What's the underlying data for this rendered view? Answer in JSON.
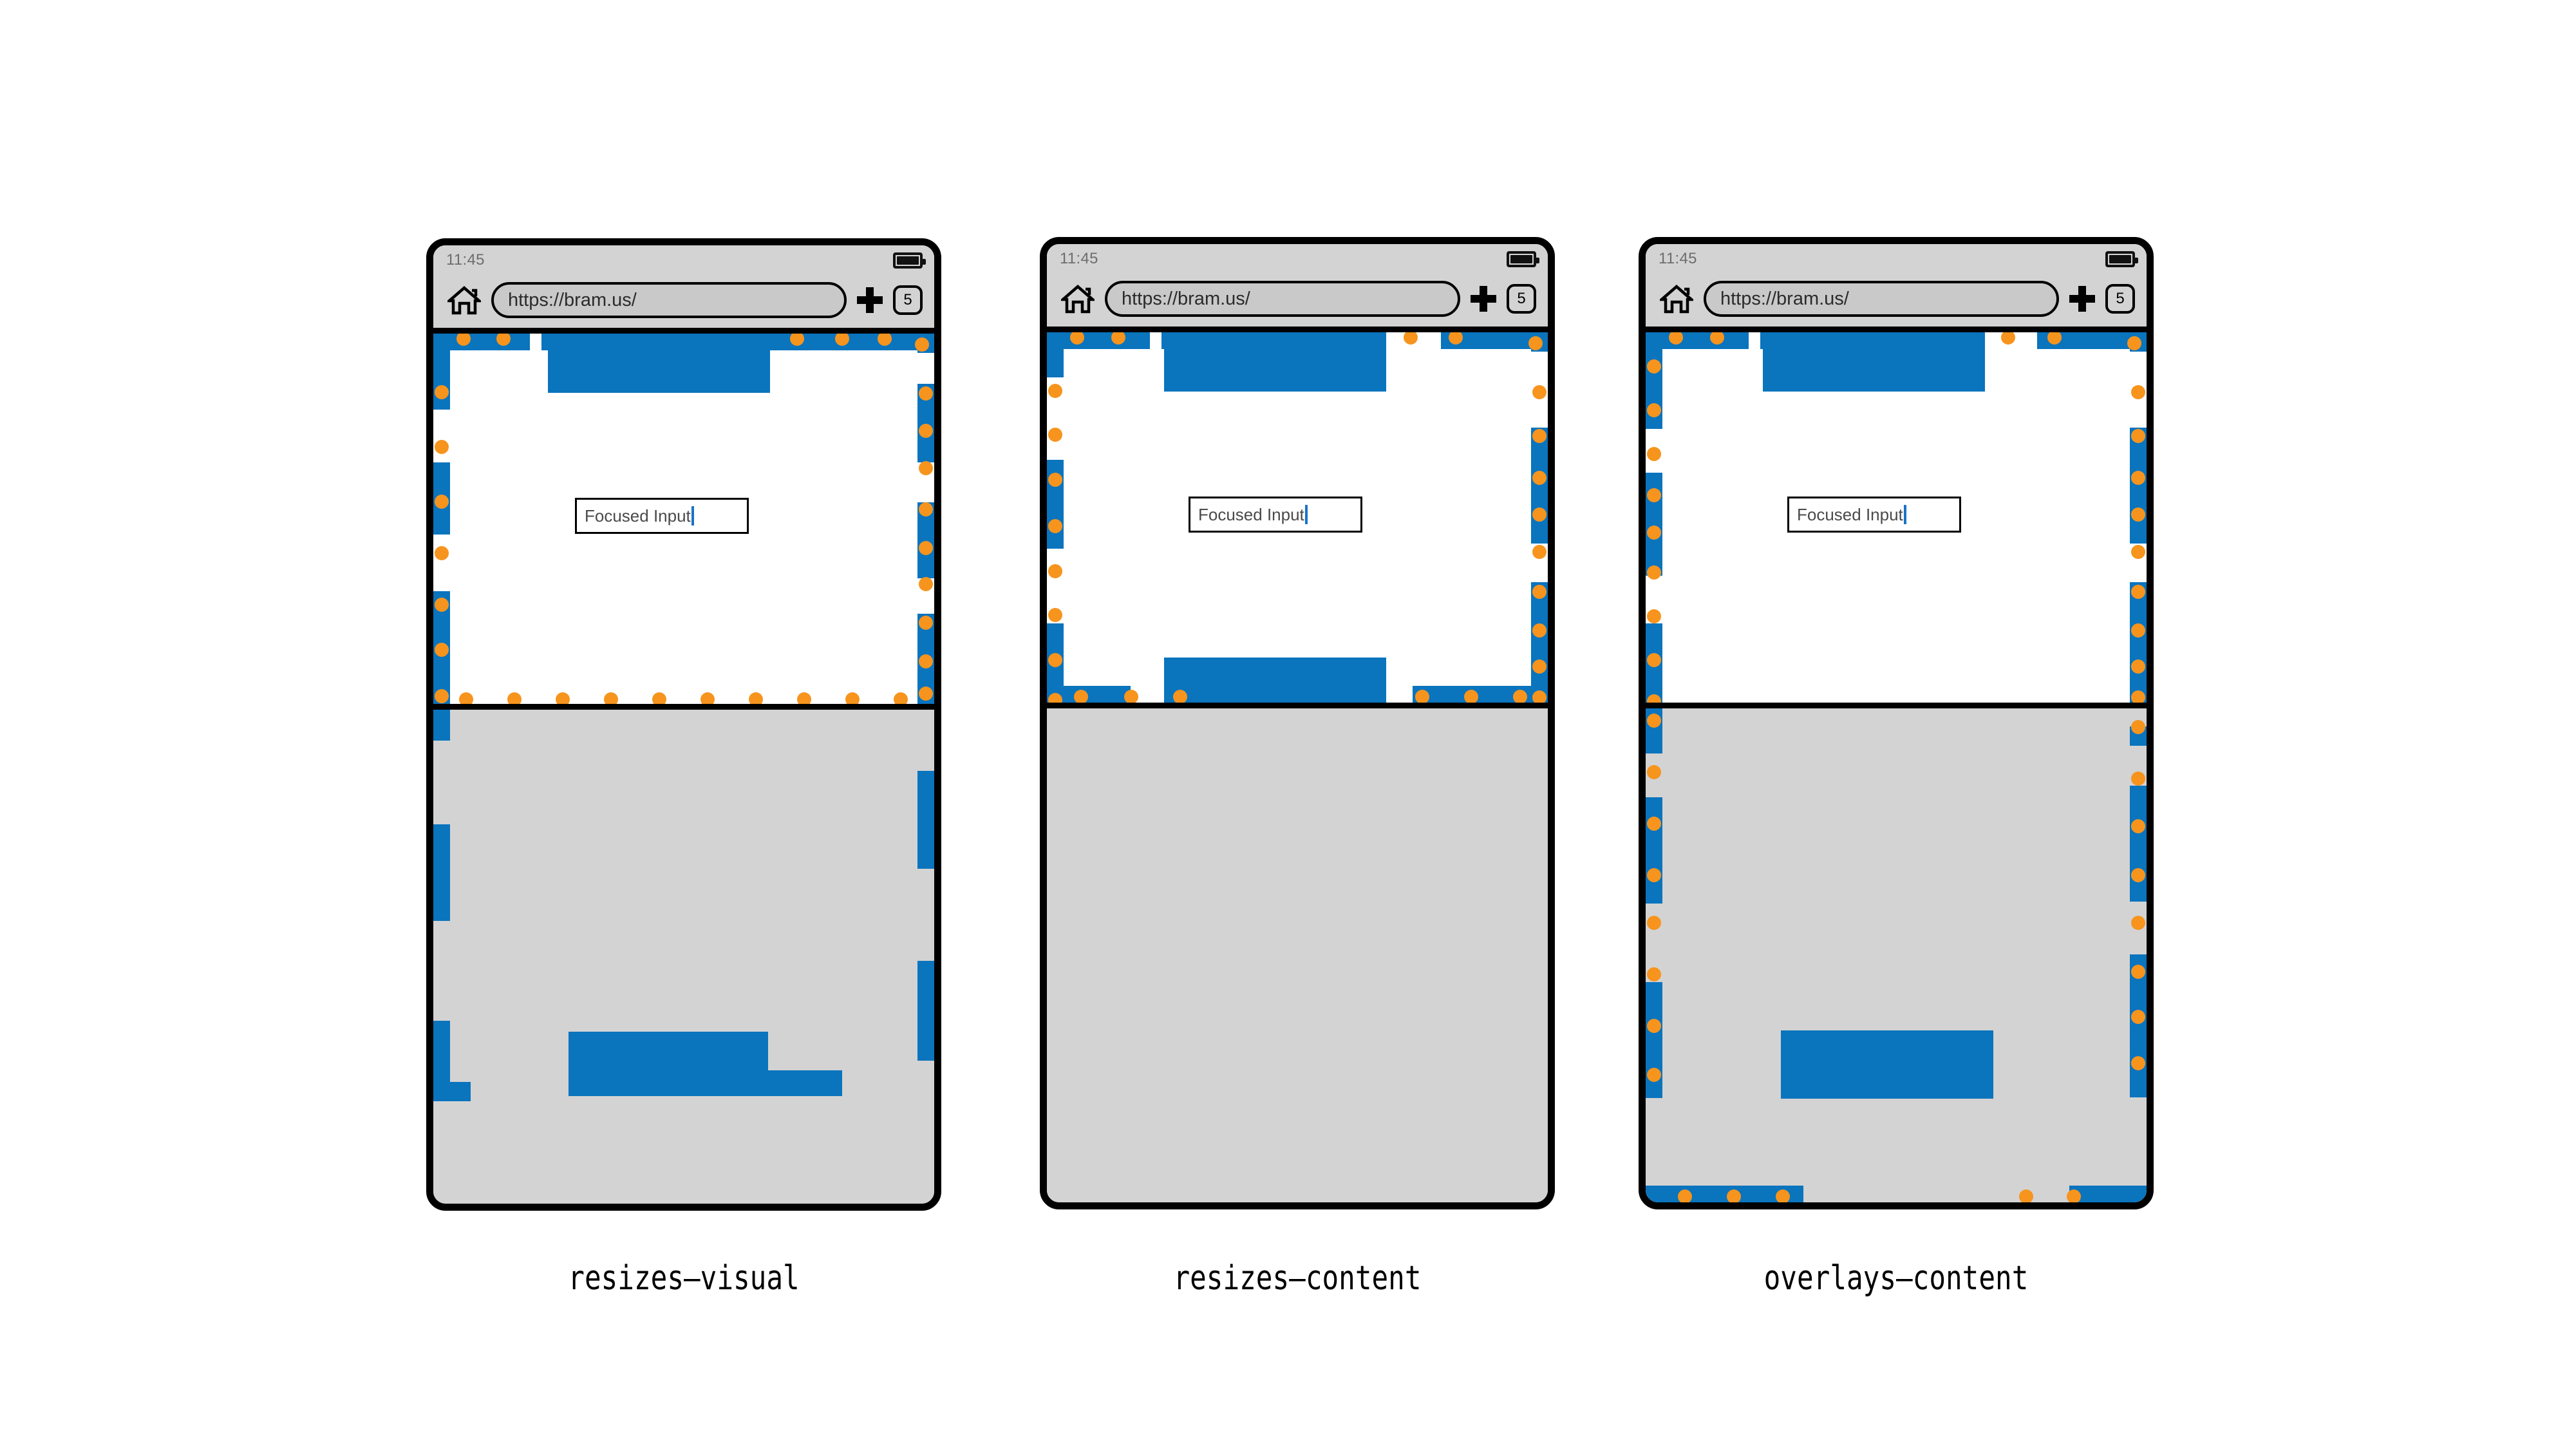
{
  "page": {
    "background": "#ffffff",
    "accent_blue": "#0a74bd",
    "accent_orange": "#f7941d",
    "chrome_grey": "#d3d3d3",
    "urlbar_grey": "#c9c9c9"
  },
  "phones": [
    {
      "id": "resizes-visual",
      "caption": "resizes–visual",
      "status": {
        "time": "11:45",
        "battery_icon": "battery-full-icon"
      },
      "toolbar": {
        "home_icon": "home-icon",
        "url": "https://bram.us/",
        "new_tab_icon": "plus-icon",
        "tab_count": "5"
      },
      "content": {
        "input_value": "Focused Input",
        "input_caret": "text-caret"
      },
      "keyboard": {
        "label": ""
      }
    },
    {
      "id": "resizes-content",
      "caption": "resizes–content",
      "status": {
        "time": "11:45",
        "battery_icon": "battery-full-icon"
      },
      "toolbar": {
        "home_icon": "home-icon",
        "url": "https://bram.us/",
        "new_tab_icon": "plus-icon",
        "tab_count": "5"
      },
      "content": {
        "input_value": "Focused Input",
        "input_caret": "text-caret"
      },
      "keyboard": {
        "label": ""
      }
    },
    {
      "id": "overlays-content",
      "caption": "overlays–content",
      "status": {
        "time": "11:45",
        "battery_icon": "battery-full-icon"
      },
      "toolbar": {
        "home_icon": "home-icon",
        "url": "https://bram.us/",
        "new_tab_icon": "plus-icon",
        "tab_count": "5"
      },
      "content": {
        "input_value": "Focused Input",
        "input_caret": "text-caret"
      },
      "keyboard": {
        "label": ""
      }
    }
  ]
}
